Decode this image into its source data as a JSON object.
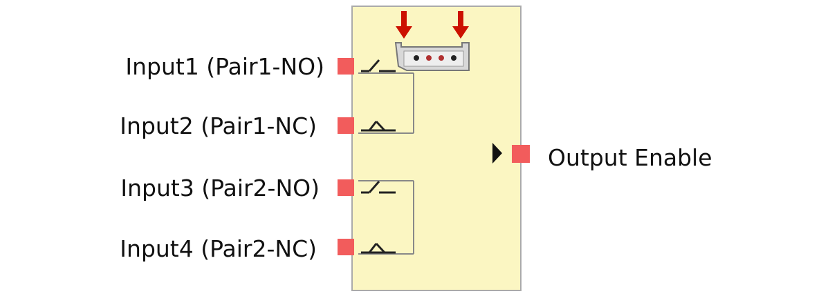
{
  "block": {
    "fill": "#fbf6c2",
    "border": "#aaaaaa"
  },
  "inputs": [
    {
      "label": "Input1 (Pair1-NO)",
      "contact": "normally-open"
    },
    {
      "label": "Input2 (Pair1-NC)",
      "contact": "normally-closed"
    },
    {
      "label": "Input3 (Pair2-NO)",
      "contact": "normally-open"
    },
    {
      "label": "Input4 (Pair2-NC)",
      "contact": "normally-closed"
    }
  ],
  "output": {
    "label": "Output Enable"
  },
  "colors": {
    "pin": "#f25c5c",
    "arrow": "#cc1100",
    "marker": "#111111",
    "wire": "#888888",
    "contact": "#222222",
    "switch_body": "#d8d8d8"
  },
  "icons": {
    "pin": "square-pin-icon",
    "pressure_arrow": "down-arrow-icon",
    "output_marker": "right-triangle-icon",
    "switch": "two-hand-push-button-icon"
  }
}
